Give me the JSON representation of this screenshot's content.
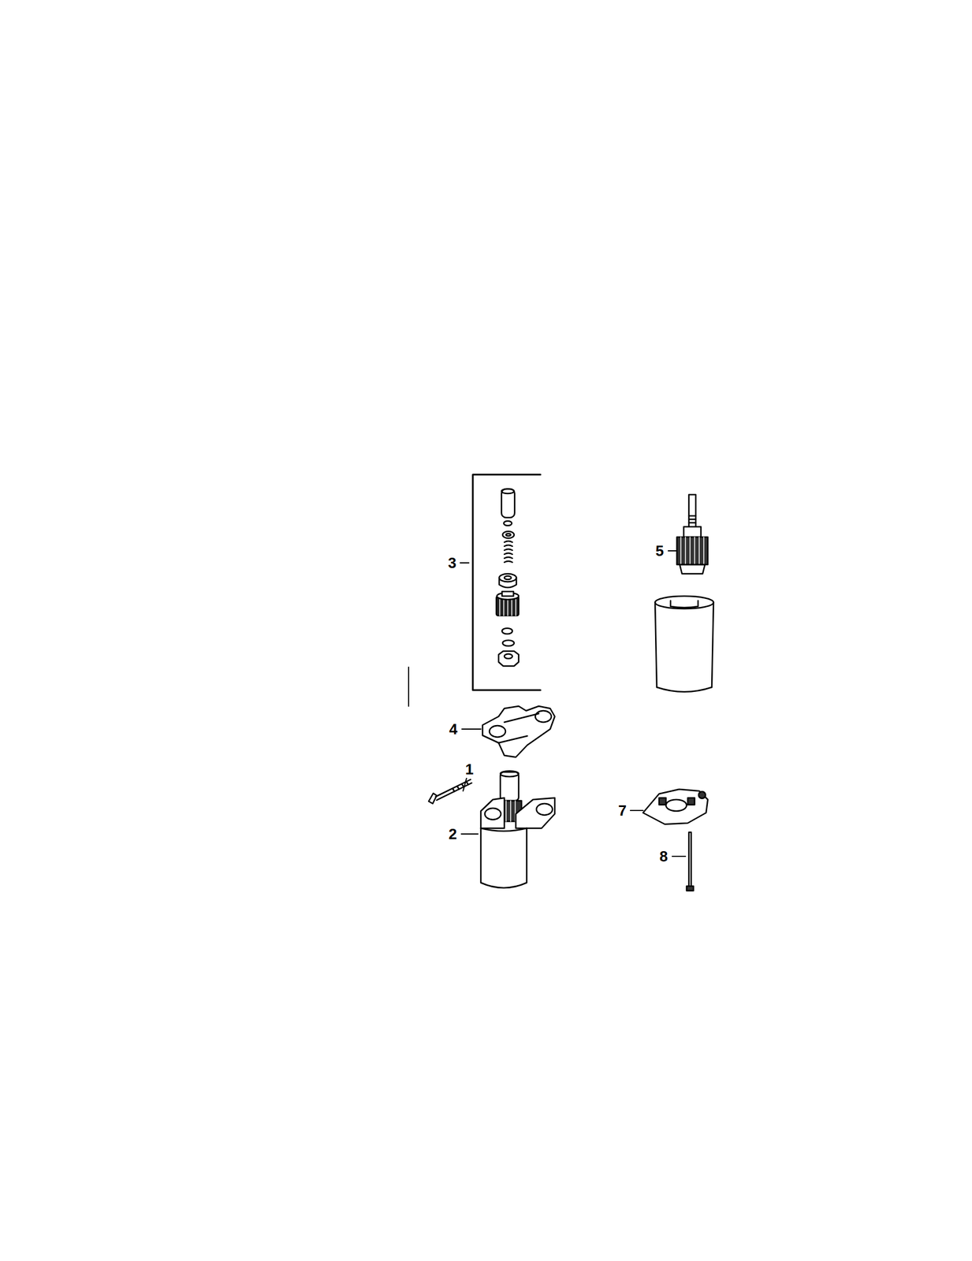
{
  "diagram": {
    "labels": [
      "3",
      "5",
      "4",
      "1",
      "7",
      "2",
      "8"
    ]
  }
}
